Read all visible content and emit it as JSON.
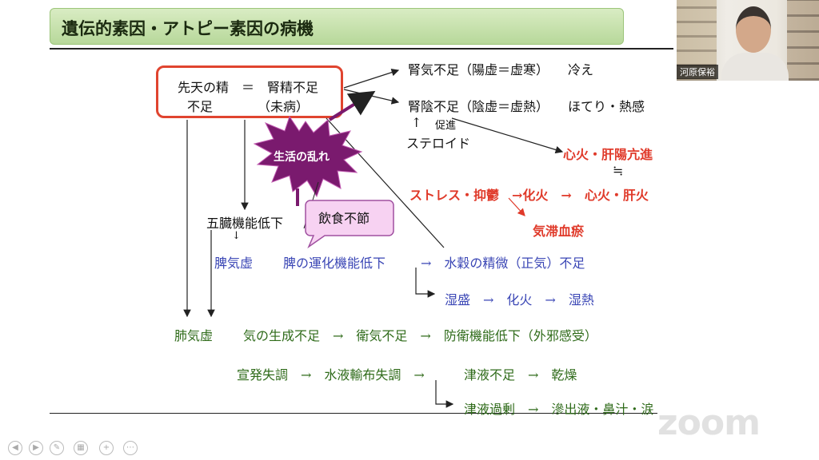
{
  "slide": {
    "title": "遺伝的素因・アトピー素因の病機",
    "box_line1": "先天の精　＝　腎精不足",
    "box_line2": "不足　　　　（未病）",
    "starburst": "生活の乱れ",
    "callout": "飲食不節",
    "kidney_qi": "腎気不足（陽虚＝虚寒）　　冷え",
    "kidney_yin": "腎陰不足（陰虚＝虚熱）　　ほてり・熱感",
    "up_arrow": "↑",
    "promote": "促進",
    "steroid": "ステロイド",
    "heart_fire": "心火・肝陽亢進",
    "approx": "≒",
    "stress": "ストレス・抑鬱",
    "to_fire": "→化火　→　心火・肝火",
    "qi_stag": "気滞血瘀",
    "five_organs": "五臓機能低下",
    "down_arrow": "↓",
    "spleen_def": "脾気虚",
    "spleen_trans": "脾の運化機能低下",
    "essence": "→　水穀の精微（正気）不足",
    "damp_row": "湿盛　→　化火　→　湿熱",
    "lung_def": "肺気虚",
    "qi_gen": "気の生成不足　→　衛気不足　→　防衛機能低下（外邪感受）",
    "disperse": "宣発失調　→　水液輸布失調　→",
    "fluid_short": "津液不足　→　乾燥",
    "fluid_excess": "津液過剰　→　滲出液・鼻汁・涙"
  },
  "video": {
    "participant_name": "河原保裕"
  },
  "zoom": {
    "logo": "zoom"
  },
  "colors": {
    "red": "#e03a2a",
    "blue": "#3a46b5",
    "green": "#2f6b1a",
    "starburst": "#7a1a6e"
  }
}
